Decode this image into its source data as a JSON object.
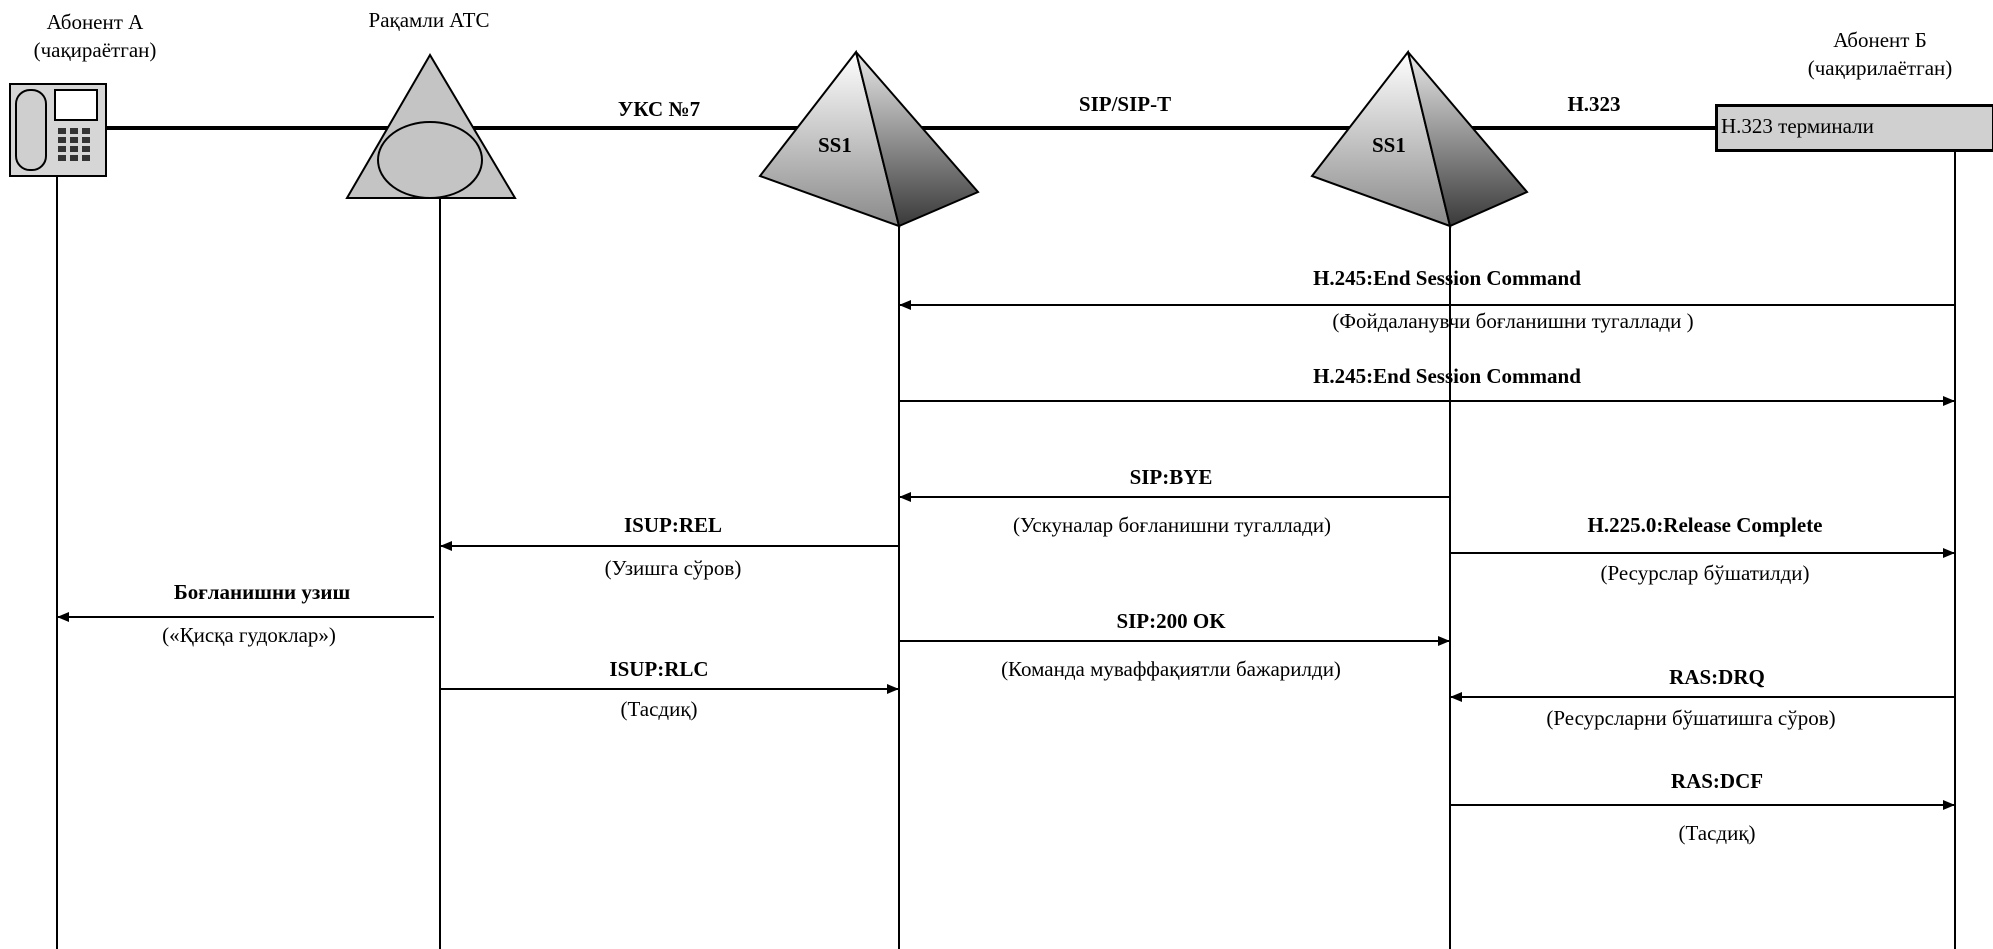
{
  "participants": {
    "a": {
      "line1": "Абонент А",
      "line2": "(чақираётган)"
    },
    "ats": {
      "line1": "Рақамли АТС"
    },
    "b": {
      "line1": "Абонент Б",
      "line2": "(чақирилаётган)"
    }
  },
  "links": {
    "uks7": "УКС №7",
    "sip": "SIP/SIP-T",
    "h323": "H.323"
  },
  "nodes": {
    "ss1_left": "SS1",
    "ss1_right": "SS1",
    "terminal": "H.323 терминали"
  },
  "messages": [
    {
      "id": "m1",
      "title": "H.245:End Session Command",
      "subtitle": "(Фойдаланувчи боғланишни тугаллади )"
    },
    {
      "id": "m2",
      "title": "H.245:End Session Command",
      "subtitle": ""
    },
    {
      "id": "m3",
      "title": "SIP:BYE",
      "subtitle": "(Ускуналар боғланишни тугаллади)"
    },
    {
      "id": "m4",
      "title": "ISUP:REL",
      "subtitle": "(Узишга сўров)"
    },
    {
      "id": "m5",
      "title": "H.225.0:Release Complete",
      "subtitle": "(Ресурслар бўшатилди)"
    },
    {
      "id": "m6",
      "title": "Боғланишни узиш",
      "subtitle": "(«Қисқа гудоклар»)"
    },
    {
      "id": "m7",
      "title": "SIP:200 OK",
      "subtitle": "(Команда муваффақиятли бажарилди)"
    },
    {
      "id": "m8",
      "title": "ISUP:RLC",
      "subtitle": "(Тасдиқ)"
    },
    {
      "id": "m9",
      "title": "RAS:DRQ",
      "subtitle": "(Ресурсларни бўшатишга сўров)"
    },
    {
      "id": "m10",
      "title": "RAS:DCF",
      "subtitle": "(Тасдиқ)"
    }
  ]
}
